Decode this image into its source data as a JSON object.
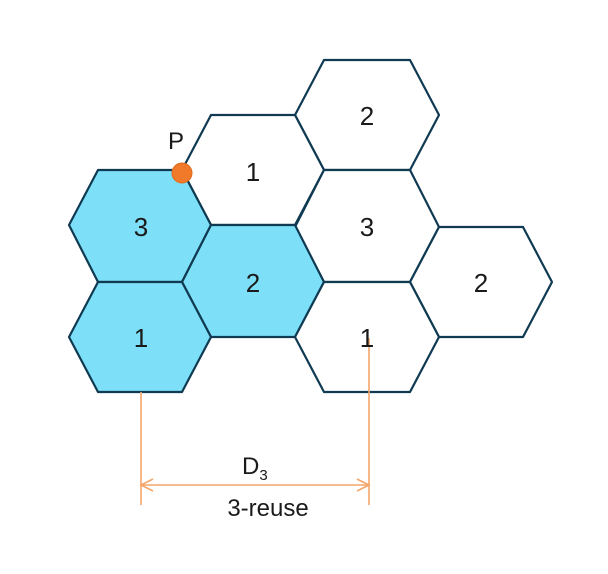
{
  "colors": {
    "filled_cell": "#7de0f8",
    "cell_stroke": "#0f3a52",
    "point_fill": "#f07a2a",
    "dimension_line": "#f3a66a"
  },
  "point_label": "P",
  "distance_label": {
    "main": "D",
    "subscript": "3"
  },
  "reuse_label": "3-reuse",
  "cells": [
    {
      "label": "2",
      "filled": false
    },
    {
      "label": "1",
      "filled": false
    },
    {
      "label": "3",
      "filled": false
    },
    {
      "label": "3",
      "filled": true
    },
    {
      "label": "2",
      "filled": true
    },
    {
      "label": "2",
      "filled": false
    },
    {
      "label": "1",
      "filled": true
    },
    {
      "label": "1",
      "filled": false
    }
  ]
}
